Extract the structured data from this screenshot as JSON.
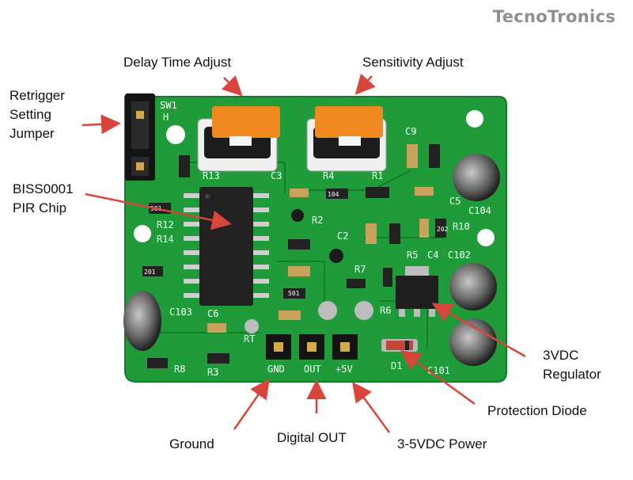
{
  "brand": "TecnoTronics",
  "labels": {
    "delay_time_adjust": "Delay Time Adjust",
    "sensitivity_adjust": "Sensitivity Adjust",
    "retrigger_line1": "Retrigger",
    "retrigger_line2": "Setting",
    "retrigger_line3": "Jumper",
    "biss_line1": "BISS0001",
    "biss_line2": "PIR Chip",
    "regulator_line1": "3VDC",
    "regulator_line2": "Regulator",
    "protection_diode": "Protection Diode",
    "ground": "Ground",
    "digital_out": "Digital OUT",
    "power": "3-5VDC Power"
  },
  "silkscreen": {
    "sw1": "SW1",
    "h": "H",
    "r13": "R13",
    "c3": "C3",
    "r4": "R4",
    "r1": "R1",
    "c9": "C9",
    "r12": "R12",
    "r2": "R2",
    "c5": "C5",
    "c104": "C104",
    "r14": "R14",
    "c2": "C2",
    "r10": "R10",
    "r5": "R5",
    "c4": "C4",
    "c102": "C102",
    "r7": "R7",
    "r6": "R6",
    "c103": "C103",
    "c6": "C6",
    "rt": "RT",
    "r8": "R8",
    "r3": "R3",
    "d1": "D1",
    "c101": "C101",
    "gnd": "GND",
    "out": "OUT",
    "plus5v": "+5V",
    "r501": "501",
    "r201": "201",
    "r104": "104",
    "r202": "202"
  },
  "colors": {
    "pcb": "#1f9b3a",
    "pcb_dark": "#137a2a",
    "silkscreen": "#ffffff",
    "pot": "#f08a1e",
    "chip": "#222222",
    "arrow": "#d9453a",
    "brand": "#8f8f8f"
  }
}
